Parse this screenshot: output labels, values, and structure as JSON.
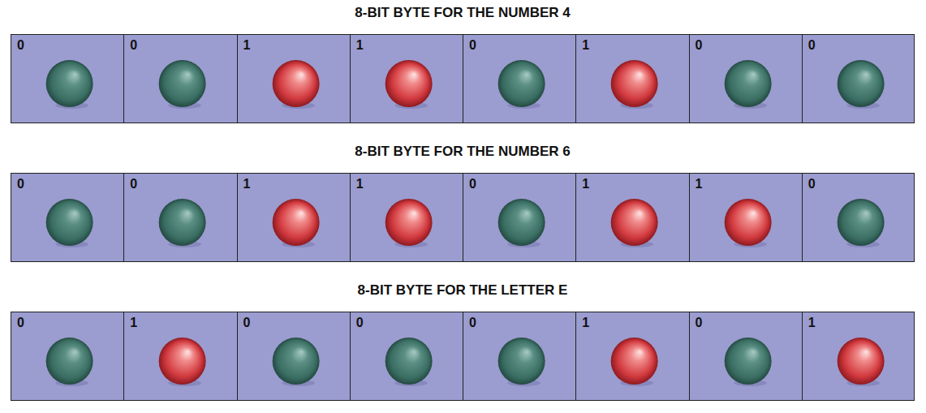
{
  "diagram": {
    "nodes": [
      {
        "text": [
          "8-BIT BYTE FOR THE NUMBER 4"
        ]
      },
      {
        "text": [
          "0"
        ],
        "in": 0
      },
      {
        "text": [
          "0"
        ],
        "in": 0
      },
      {
        "text": [
          "1"
        ],
        "in": 0
      },
      {
        "text": [
          "1"
        ],
        "in": 0
      },
      {
        "text": [
          "0"
        ],
        "in": 0
      },
      {
        "text": [
          "1"
        ],
        "in": 0
      },
      {
        "text": [
          "0"
        ],
        "in": 0
      },
      {
        "text": [
          "0"
        ],
        "in": 0
      },
      {
        "text": [
          "8-BIT BYTE FOR THE NUMBER 6"
        ]
      },
      {
        "text": [
          "0"
        ],
        "in": 9
      },
      {
        "text": [
          "0"
        ],
        "in": 9
      },
      {
        "text": [
          "1"
        ],
        "in": 9
      },
      {
        "text": [
          "1"
        ],
        "in": 9
      },
      {
        "text": [
          "0"
        ],
        "in": 9
      },
      {
        "text": [
          "1"
        ],
        "in": 9
      },
      {
        "text": [
          "1"
        ],
        "in": 9
      },
      {
        "text": [
          "0"
        ],
        "in": 9
      },
      {
        "text": [
          "8-BIT BYTE FOR THE LETTER E"
        ]
      },
      {
        "text": [
          "0"
        ],
        "in": 18
      },
      {
        "text": [
          "1"
        ],
        "in": 18
      },
      {
        "text": [
          "0"
        ],
        "in": 18
      },
      {
        "text": [
          "0"
        ],
        "in": 18
      },
      {
        "text": [
          "0"
        ],
        "in": 18
      },
      {
        "text": [
          "1"
        ],
        "in": 18
      },
      {
        "text": [
          "0"
        ],
        "in": 18
      },
      {
        "text": [
          "1"
        ],
        "in": 18
      }
    ]
  }
}
